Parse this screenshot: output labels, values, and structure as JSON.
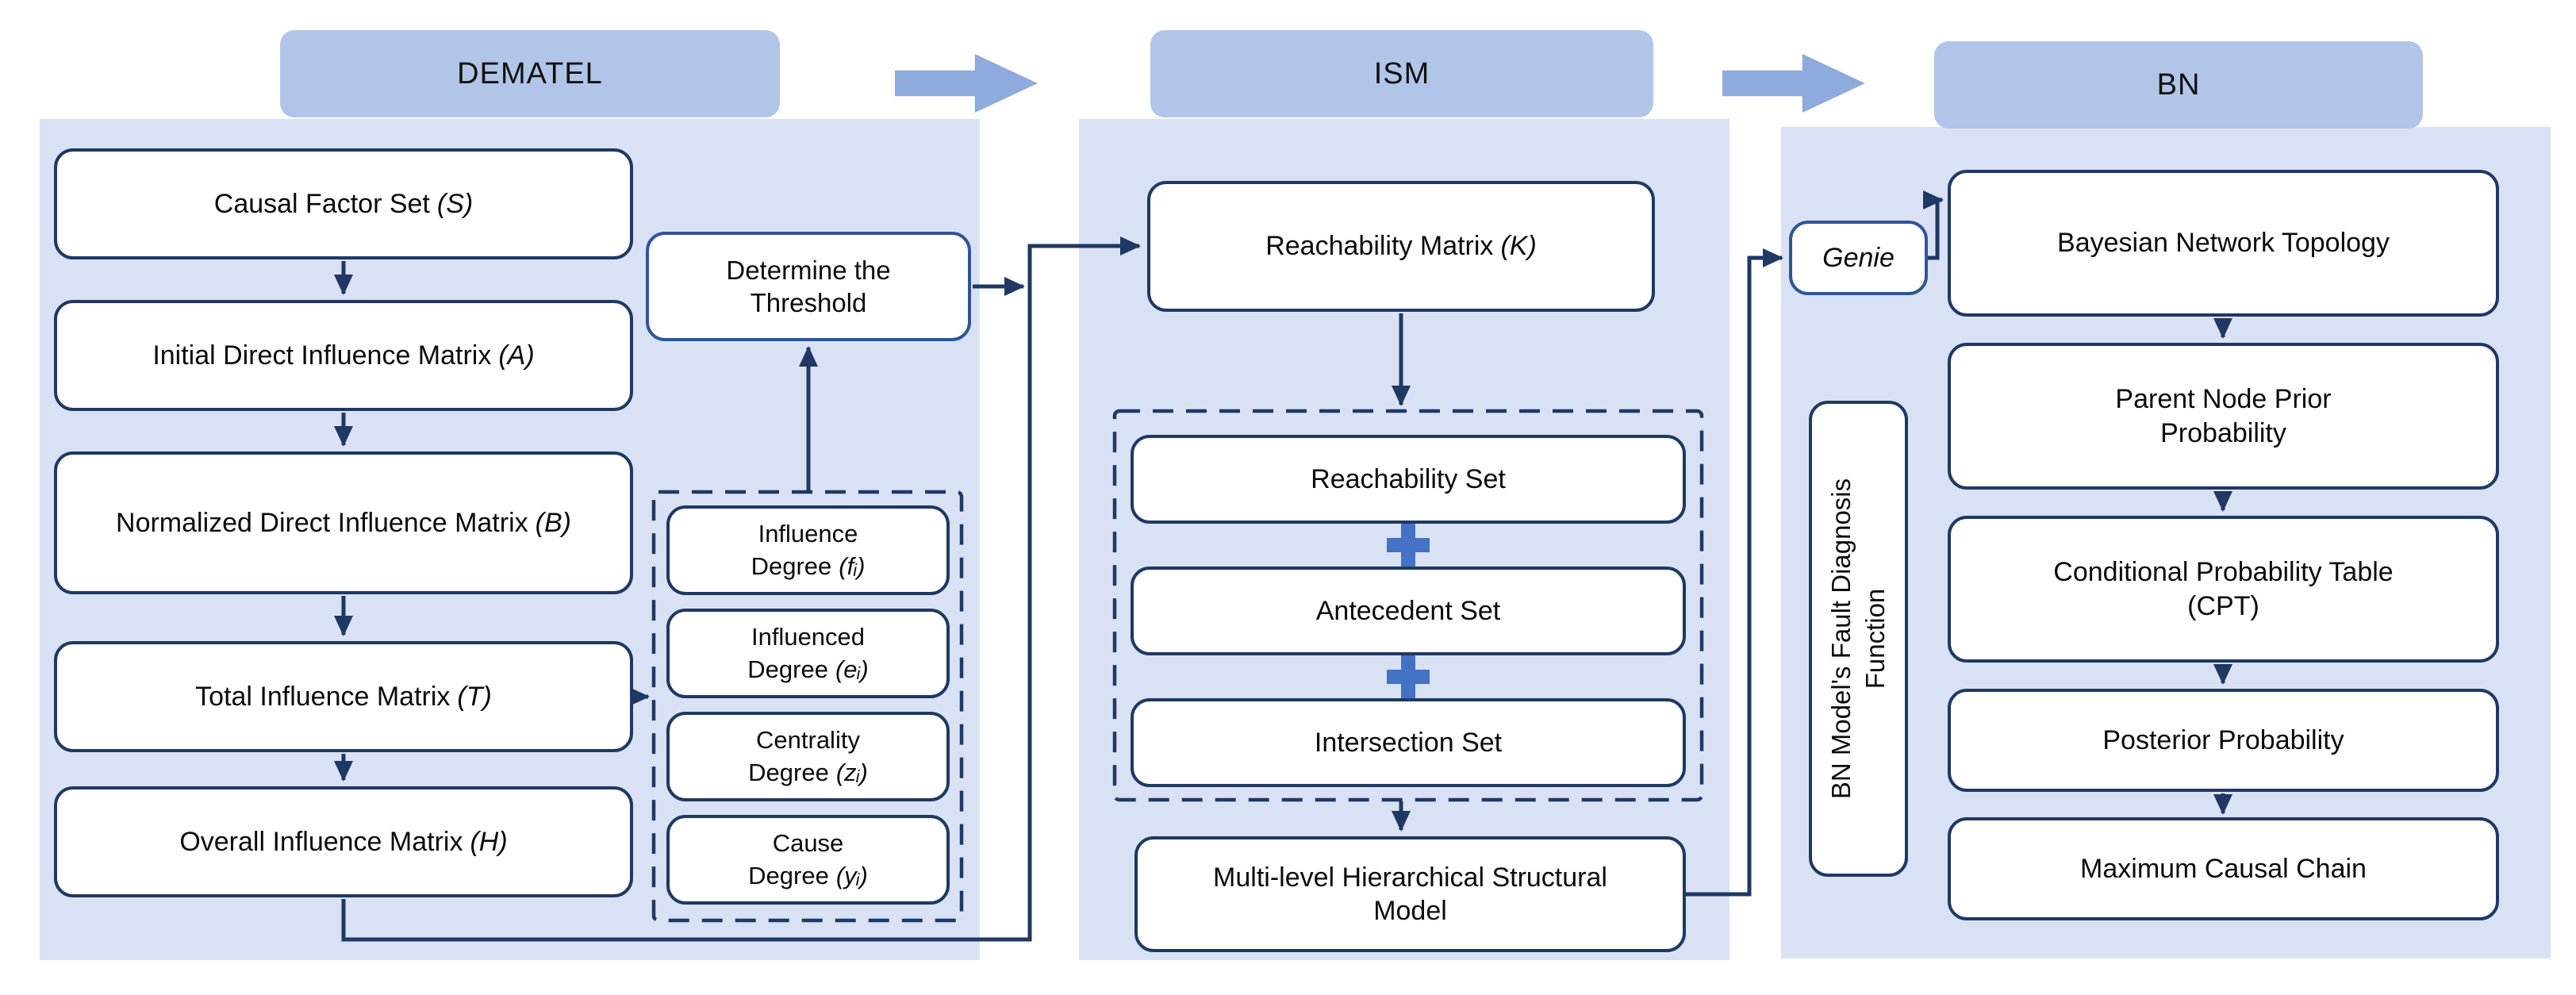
{
  "headers": {
    "dematel": "DEMATEL",
    "ism": "ISM",
    "bn": "BN"
  },
  "dematel": {
    "flow_boxes": [
      {
        "text": "Causal Factor Set",
        "suffix": "(S)"
      },
      {
        "text": "Initial Direct Influence Matrix",
        "suffix": "(A)"
      },
      {
        "text": "Normalized Direct Influence Matrix",
        "suffix": "(B)"
      },
      {
        "text": "Total Influence Matrix",
        "suffix": "(T)"
      },
      {
        "text": "Overall Influence Matrix",
        "suffix": "(H)"
      }
    ],
    "threshold_box": {
      "line1": "Determine the",
      "line2": "Threshold"
    },
    "degree_boxes": [
      {
        "line1": "Influence",
        "line2": "Degree",
        "symbol": "(fᵢ)"
      },
      {
        "line1": "Influenced",
        "line2": "Degree",
        "symbol": "(eᵢ)"
      },
      {
        "line1": "Centrality",
        "line2": "Degree",
        "symbol": "(zᵢ)"
      },
      {
        "line1": "Cause",
        "line2": "Degree",
        "symbol": "(yᵢ)"
      }
    ]
  },
  "ism": {
    "reachability_matrix": {
      "text": "Reachability Matrix",
      "suffix": "(K)"
    },
    "set_boxes": [
      "Reachability Set",
      "Antecedent Set",
      "Intersection Set"
    ],
    "multilevel_box": "Multi-level Hierarchical Structural Model"
  },
  "bn": {
    "genie": "Genie",
    "side_box": {
      "line1": "BN Model's Fault Diagnosis",
      "line2": "Function"
    },
    "flow_boxes": [
      "Bayesian Network Topology",
      "Parent Node Prior Probability",
      "Conditional Probability Table (CPT)",
      "Posterior Probability",
      "Maximum Causal Chain"
    ]
  },
  "colors": {
    "panel_bg": "#d9e1f4",
    "tab_bg": "#b1c5e8",
    "flow_arrow": "#8faadc",
    "navy": "#1f3864",
    "accent_border": "#2f5597",
    "plus_blue": "#4472c4",
    "text": "#0b0b0b"
  }
}
